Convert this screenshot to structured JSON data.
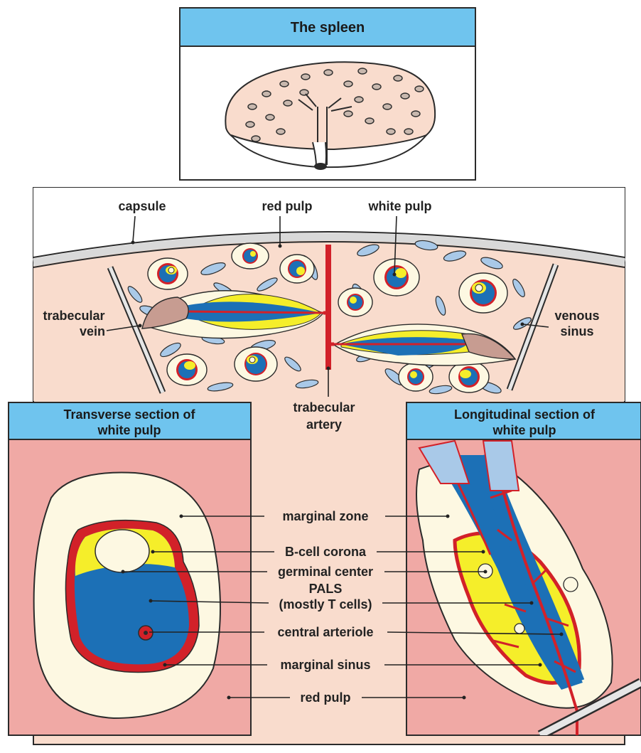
{
  "colors": {
    "blue_header": "#6fc4ee",
    "tissue": "#f9dccd",
    "red_pulp": "#f0a9a5",
    "marginal_zone": "#fdf8e2",
    "b_cell": "#f5ee2a",
    "pals": "#1c70b6",
    "artery": "#d22129",
    "sinus": "#a9c9e8",
    "vein": "#c79c91",
    "capsule": "#d9d9d9"
  },
  "spleen_panel": {
    "title": "The spleen"
  },
  "overview_labels": {
    "capsule": "capsule",
    "red_pulp": "red pulp",
    "white_pulp": "white pulp",
    "trabecular_vein_1": "trabecular",
    "trabecular_vein_2": "vein",
    "venous_sinus_1": "venous",
    "venous_sinus_2": "sinus",
    "trabecular_artery_1": "trabecular",
    "trabecular_artery_2": "artery"
  },
  "transverse_panel": {
    "title_1": "Transverse section of",
    "title_2": "white pulp"
  },
  "longitudinal_panel": {
    "title_1": "Longitudinal section of",
    "title_2": "white pulp"
  },
  "center_labels": {
    "marginal_zone": "marginal zone",
    "b_cell_corona": "B-cell corona",
    "germinal_center": "germinal center",
    "pals_1": "PALS",
    "pals_2": "(mostly T cells)",
    "central_arteriole": "central arteriole",
    "marginal_sinus": "marginal sinus",
    "red_pulp": "red pulp"
  },
  "icons": [
    "spleen-organ-icon",
    "white-pulp-nodule-icon"
  ]
}
